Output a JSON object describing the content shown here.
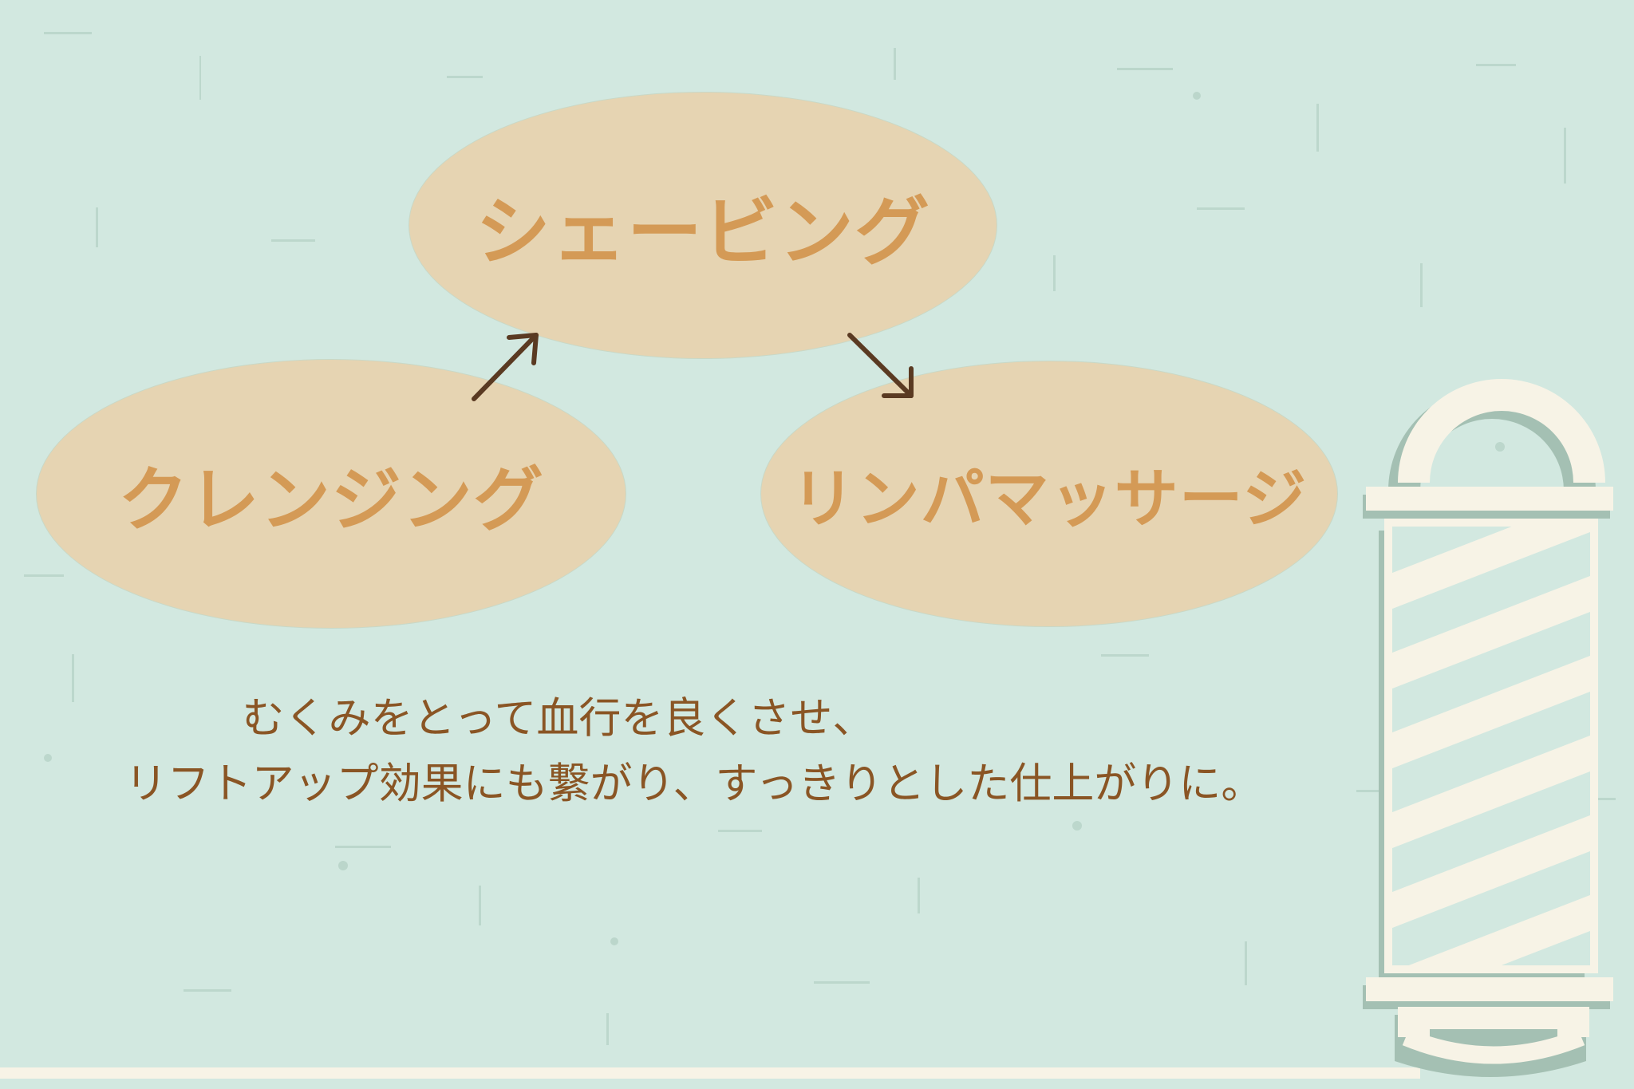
{
  "steps": {
    "shaving": "シェービング",
    "cleansing": "クレンジング",
    "lymph_massage": "リンパマッサージ"
  },
  "caption": {
    "line1": "むくみをとって血行を良くさせ、",
    "line2": "リフトアップ効果にも繋がり、すっきりとした仕上がりに。"
  },
  "colors": {
    "background": "#d2e8e0",
    "oval_fill": "#e6d4b2",
    "oval_text": "#d49a56",
    "caption_text": "#8a5524",
    "arrow": "#5a3a22",
    "pole_cream": "#f7f3e6",
    "pole_shadow": "#a4c0b3"
  },
  "icons": {
    "arrow_1": "arrow-up-right-icon",
    "arrow_2": "arrow-down-right-icon",
    "decoration": "barber-pole-icon"
  }
}
